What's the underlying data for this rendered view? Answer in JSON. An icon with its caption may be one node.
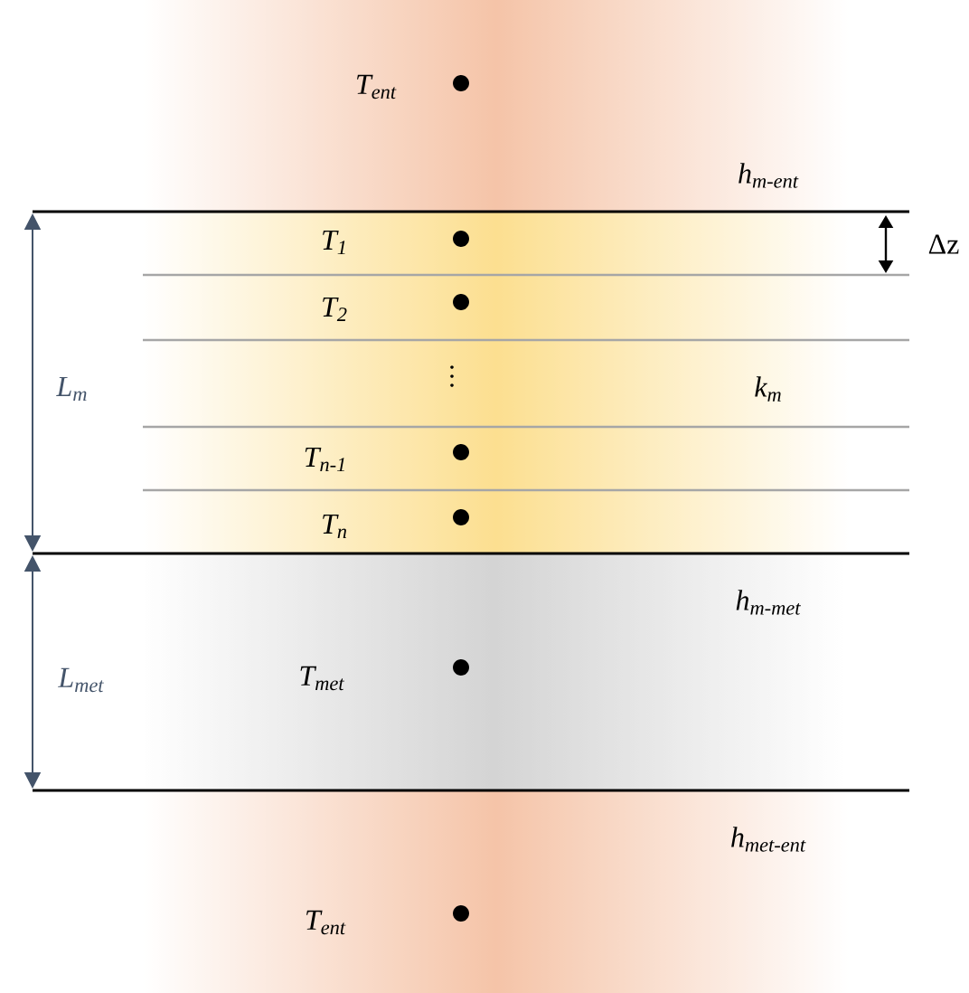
{
  "diagram": {
    "labels": [
      "T$_{ent}$",
      "h$_{m-ent}$",
      "T$_{1}$",
      "Δz",
      "T$_{2}$",
      "L$_{m}$",
      "k$_{m}$",
      "T$_{n-1}$",
      "T$_{n}$",
      "h$_{m-met}$",
      "L$_{met}$",
      "T$_{met}$",
      "h$_{met-ent}$",
      "T$_{ent}$"
    ]
  }
}
